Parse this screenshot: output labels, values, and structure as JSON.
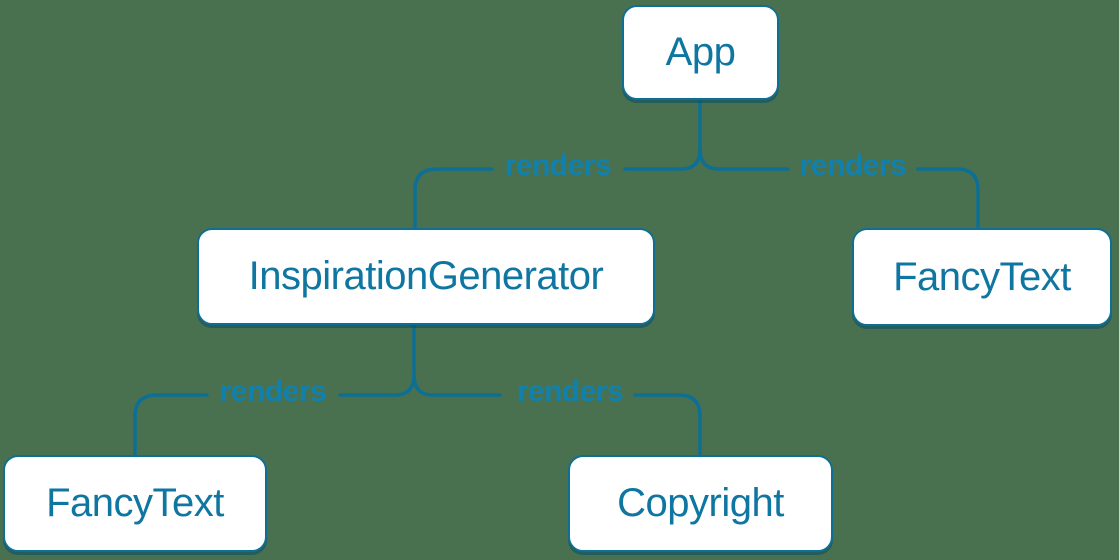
{
  "diagram": {
    "title": "component-render-tree",
    "background_color": "#4a714f",
    "colors": {
      "node_border": "#0e6f94",
      "node_fill": "#ffffff",
      "node_text": "#0f76a2",
      "edge_line": "#0e6f94",
      "edge_label_text": "#1180ad"
    },
    "nodes": [
      {
        "id": "app",
        "label": "App"
      },
      {
        "id": "inspiration-generator",
        "label": "InspirationGenerator"
      },
      {
        "id": "fancy-text-top-right",
        "label": "FancyText"
      },
      {
        "id": "fancy-text-bottom-left",
        "label": "FancyText"
      },
      {
        "id": "copyright",
        "label": "Copyright"
      }
    ],
    "edges": [
      {
        "from": "App",
        "to": "InspirationGenerator",
        "label": "renders"
      },
      {
        "from": "App",
        "to": "FancyText",
        "label": "renders"
      },
      {
        "from": "InspirationGenerator",
        "to": "FancyText",
        "label": "renders"
      },
      {
        "from": "InspirationGenerator",
        "to": "Copyright",
        "label": "renders"
      }
    ]
  }
}
